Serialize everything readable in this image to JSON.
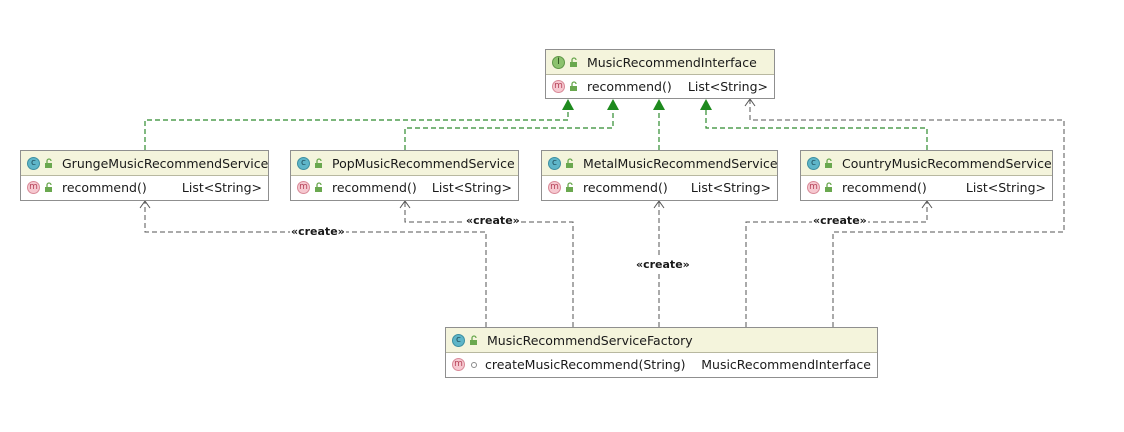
{
  "interface": {
    "name": "MusicRecommendInterface",
    "kind_icon": "interface-icon",
    "method": {
      "name": "recommend()",
      "return_type": "List<String>"
    }
  },
  "services": [
    {
      "name": "GrungeMusicRecommendService",
      "method": "recommend()",
      "return_type": "List<String>"
    },
    {
      "name": "PopMusicRecommendService",
      "method": "recommend()",
      "return_type": "List<String>"
    },
    {
      "name": "MetalMusicRecommendService",
      "method": "recommend()",
      "return_type": "List<String>"
    },
    {
      "name": "CountryMusicRecommendService",
      "method": "recommend()",
      "return_type": "List<String>"
    }
  ],
  "factory": {
    "name": "MusicRecommendServiceFactory",
    "method": "createMusicRecommend(String)",
    "return_type": "MusicRecommendInterface"
  },
  "relations": {
    "create_label": "«create»"
  },
  "icons": {
    "class": "class-icon",
    "interface": "interface-icon",
    "method": "method-icon",
    "public": "public-lock-icon",
    "package_private": "package-private-dot-icon"
  },
  "colors": {
    "header_bg": "#f4f4dc",
    "implements_line": "#2e8b2e",
    "dependency_line": "#555555",
    "border": "#8f8f8f"
  }
}
